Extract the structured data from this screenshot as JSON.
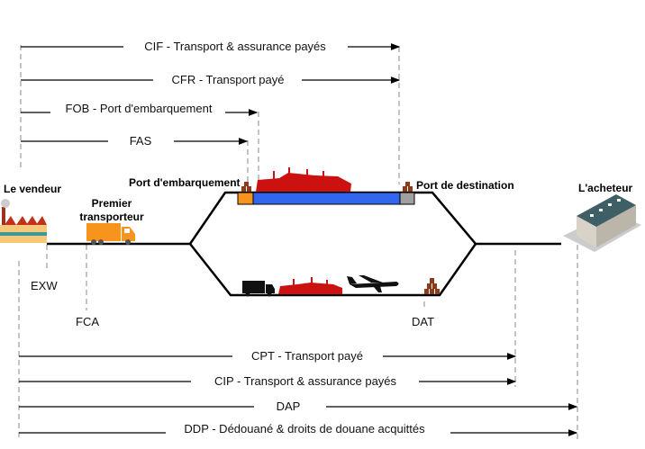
{
  "top_terms": [
    {
      "label": "CIF - Transport & assurance payés"
    },
    {
      "label": "CFR - Transport payé"
    },
    {
      "label": "FOB - Port d'embarquement"
    },
    {
      "label": "FAS"
    }
  ],
  "bottom_terms": [
    {
      "label": "CPT - Transport payé"
    },
    {
      "label": "CIP - Transport & assurance payés"
    },
    {
      "label": "DAP"
    },
    {
      "label": "DDP - Dédouané & droits de douane acquittés"
    }
  ],
  "points": {
    "seller": "Le vendeur",
    "first_carrier_1": "Premier",
    "first_carrier_2": "transporteur",
    "port_loading": "Port d'embarquement",
    "port_destination": "Port de destination",
    "buyer": "L'acheteur",
    "exw": "EXW",
    "fca": "FCA",
    "dat": "DAT"
  },
  "colors": {
    "sea": "#3366ee",
    "ship": "#cc1111",
    "truck": "#f7941d",
    "port_loading": "#f7941d",
    "port_destination": "#a0a0a0"
  }
}
